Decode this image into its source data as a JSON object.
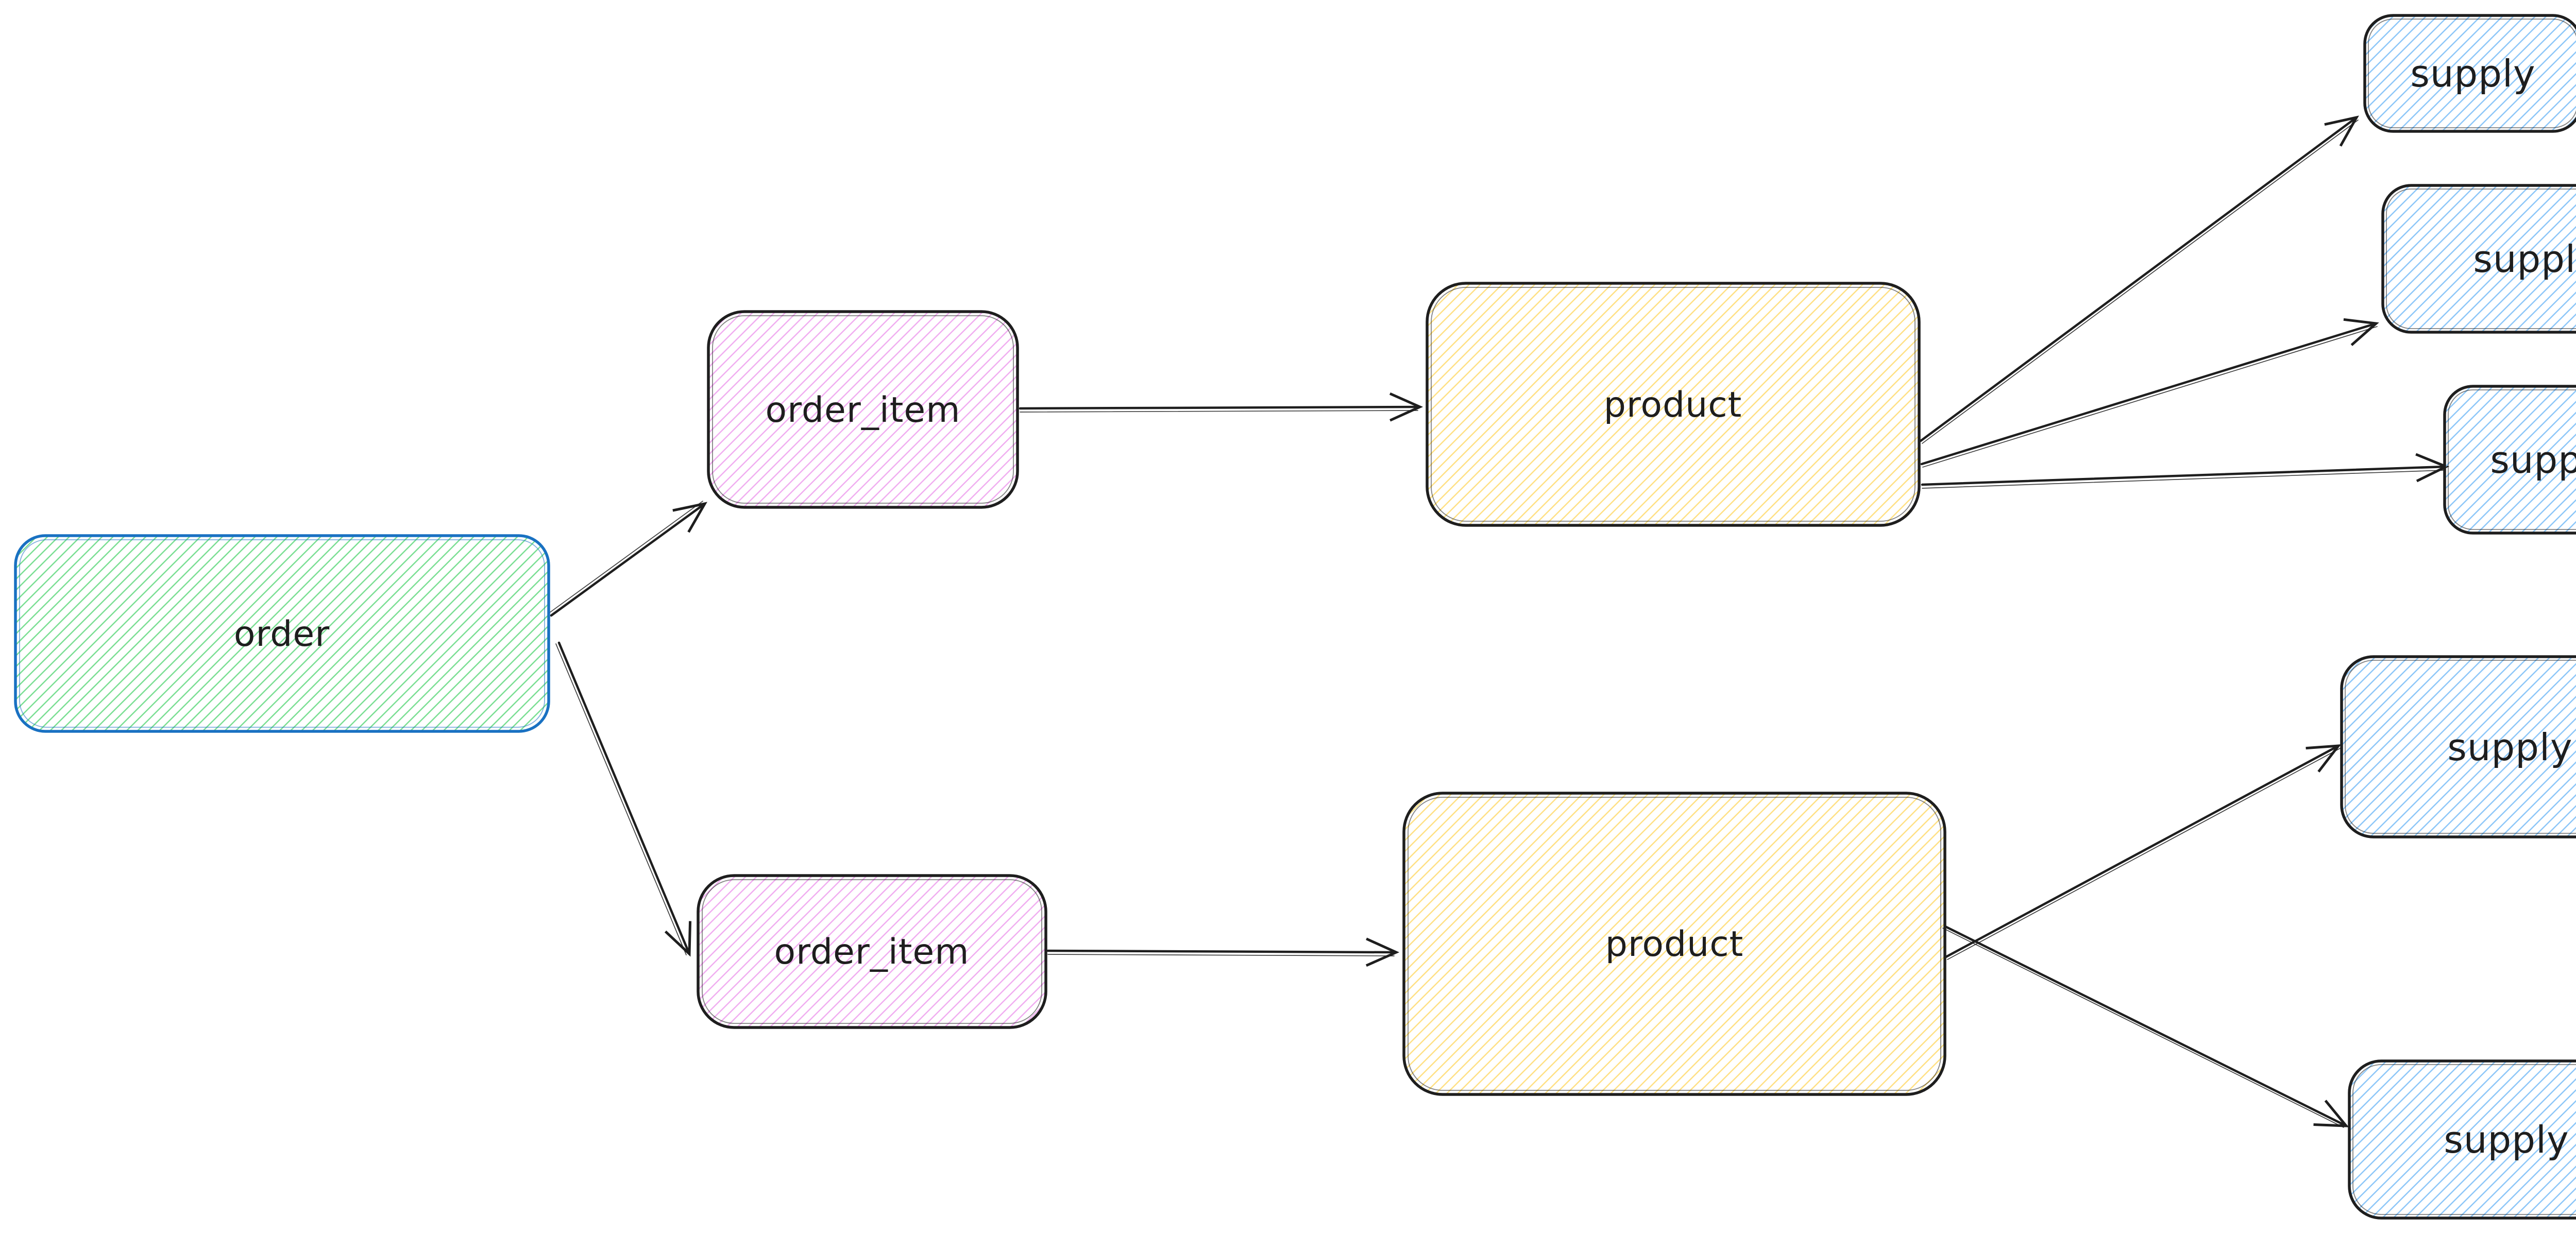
{
  "diagram": {
    "type": "entity-flow-diagram",
    "background": "#ffffff",
    "palette": {
      "ink": "#1e1e1e",
      "order_border": "#1971c2",
      "green_hatch": "#74dd8e",
      "pink_hatch": "#f0aaf0",
      "yellow_hatch": "#ffdf7f",
      "blue_hatch": "#88c4f8"
    },
    "nodes": [
      {
        "id": "order",
        "label": "order",
        "fill": "green"
      },
      {
        "id": "order_item_top",
        "label": "order_item",
        "fill": "pink"
      },
      {
        "id": "order_item_bottom",
        "label": "order_item",
        "fill": "pink"
      },
      {
        "id": "product_top",
        "label": "product",
        "fill": "yellow"
      },
      {
        "id": "product_bottom",
        "label": "product",
        "fill": "yellow"
      },
      {
        "id": "supply_1",
        "label": "supply",
        "fill": "blue"
      },
      {
        "id": "supply_2",
        "label": "supply",
        "fill": "blue"
      },
      {
        "id": "supply_3",
        "label": "supply",
        "fill": "blue"
      },
      {
        "id": "supply_4",
        "label": "supply",
        "fill": "blue"
      },
      {
        "id": "supply_5",
        "label": "supply",
        "fill": "blue"
      }
    ],
    "edges": [
      {
        "from": "order",
        "to": "order_item_top"
      },
      {
        "from": "order",
        "to": "order_item_bottom"
      },
      {
        "from": "order_item_top",
        "to": "product_top"
      },
      {
        "from": "order_item_bottom",
        "to": "product_bottom"
      },
      {
        "from": "product_top",
        "to": "supply_1"
      },
      {
        "from": "product_top",
        "to": "supply_2"
      },
      {
        "from": "product_top",
        "to": "supply_3"
      },
      {
        "from": "product_bottom",
        "to": "supply_4"
      },
      {
        "from": "product_bottom",
        "to": "supply_5"
      }
    ]
  }
}
